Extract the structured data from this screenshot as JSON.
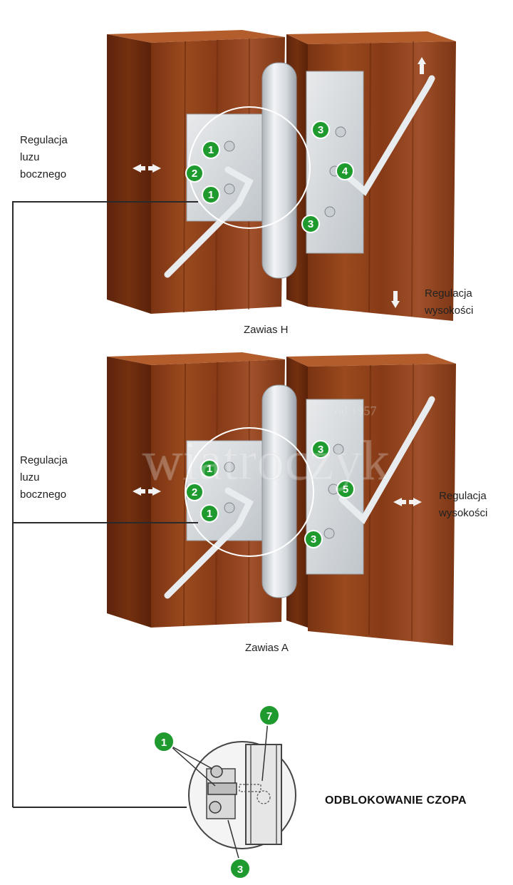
{
  "panels": [
    {
      "caption": "Zawias H",
      "left_label": [
        "Regulacja",
        "luzu",
        "bocznego"
      ],
      "right_label": [
        "Regulacja",
        "wysokości"
      ],
      "badges": [
        "1",
        "2",
        "1",
        "3",
        "4",
        "3"
      ]
    },
    {
      "caption": "Zawias A",
      "left_label": [
        "Regulacja",
        "luzu",
        "bocznego"
      ],
      "right_label": [
        "Regulacja",
        "wysokości"
      ],
      "badges": [
        "1",
        "2",
        "1",
        "3",
        "5",
        "3"
      ]
    }
  ],
  "detail": {
    "title": "ODBLOKOWANIE CZOPA",
    "badges": [
      "1",
      "7",
      "3"
    ]
  },
  "watermark": {
    "text": "wiatroczyk",
    "sub": "od 1957"
  },
  "colors": {
    "wood_front": "#8a3d18",
    "wood_side": "#6d2c10",
    "wood_top": "#b35c2c",
    "metal": "#d8dde2",
    "badge": "#1f9a2e",
    "line": "#2a2a2a"
  }
}
